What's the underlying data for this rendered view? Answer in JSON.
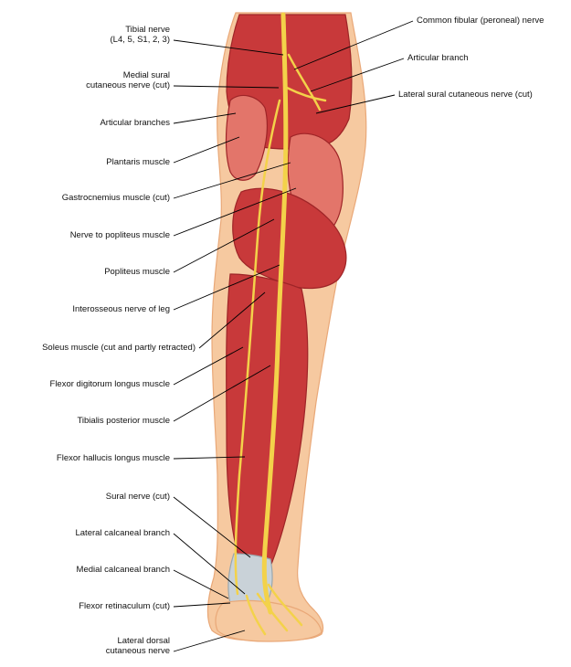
{
  "labels_left": [
    {
      "id": "tibial-nerve",
      "line1": "Tibial nerve",
      "line2": "(L4, 5, S1, 2, 3)"
    },
    {
      "id": "medial-sural",
      "line1": "Medial sural",
      "line2": "cutaneous nerve (cut)"
    },
    {
      "id": "articular-branches",
      "line1": "Articular branches",
      "line2": ""
    },
    {
      "id": "plantaris",
      "line1": "Plantaris muscle",
      "line2": ""
    },
    {
      "id": "gastrocnemius",
      "line1": "Gastrocnemius muscle (cut)",
      "line2": ""
    },
    {
      "id": "nerve-popliteus",
      "line1": "Nerve to popliteus muscle",
      "line2": ""
    },
    {
      "id": "popliteus",
      "line1": "Popliteus muscle",
      "line2": ""
    },
    {
      "id": "interosseous",
      "line1": "Interosseous nerve of leg",
      "line2": ""
    },
    {
      "id": "soleus",
      "line1": "Soleus muscle (cut and partly retracted)",
      "line2": ""
    },
    {
      "id": "fdl",
      "line1": "Flexor digitorum longus muscle",
      "line2": ""
    },
    {
      "id": "tibialis-posterior",
      "line1": "Tibialis posterior muscle",
      "line2": ""
    },
    {
      "id": "fhl",
      "line1": "Flexor hallucis longus muscle",
      "line2": ""
    },
    {
      "id": "sural-nerve",
      "line1": "Sural nerve (cut)",
      "line2": ""
    },
    {
      "id": "lateral-calcaneal",
      "line1": "Lateral calcaneal branch",
      "line2": ""
    },
    {
      "id": "medial-calcaneal",
      "line1": "Medial calcaneal branch",
      "line2": ""
    },
    {
      "id": "flexor-retinaculum",
      "line1": "Flexor retinaculum (cut)",
      "line2": ""
    },
    {
      "id": "lateral-dorsal",
      "line1": "Lateral dorsal",
      "line2": "cutaneous nerve"
    }
  ],
  "labels_right": [
    {
      "id": "common-fibular",
      "line1": "Common fibular (peroneal) nerve"
    },
    {
      "id": "articular-branch",
      "line1": "Articular branch"
    },
    {
      "id": "lateral-sural",
      "line1": "Lateral sural cutaneous nerve (cut)"
    }
  ],
  "colors": {
    "muscle": "#c8393a",
    "muscle_dark": "#9e2427",
    "muscle_light": "#e3756a",
    "skin": "#f6c9a0",
    "skin_edge": "#e9a878",
    "nerve": "#f3d24a",
    "nerve_edge": "#c9a21a",
    "tendon": "#c9d2d8",
    "leader": "#000000"
  }
}
